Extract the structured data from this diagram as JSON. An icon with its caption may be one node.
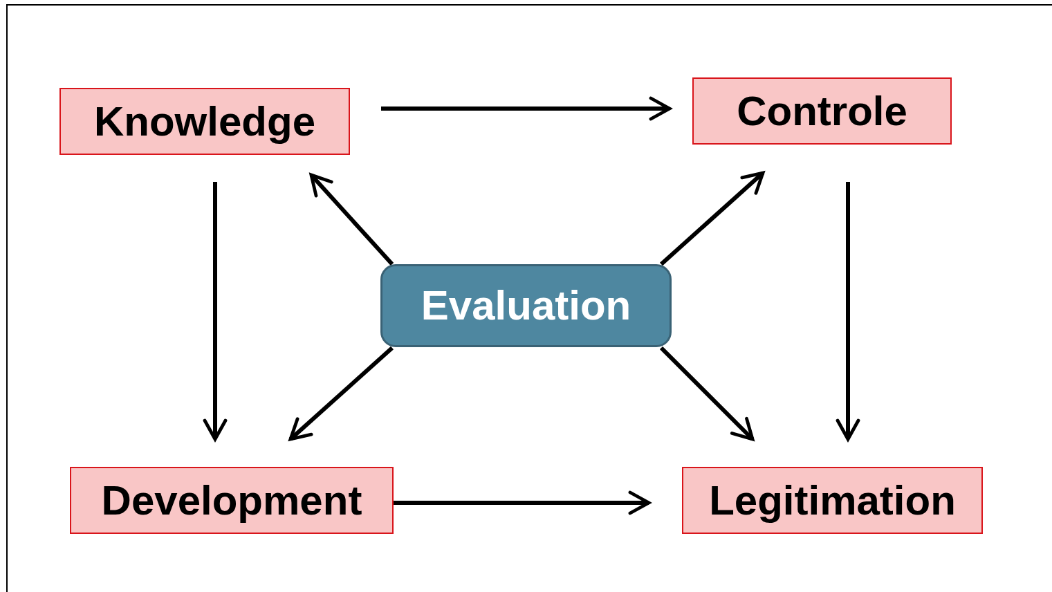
{
  "diagram": {
    "nodes": [
      {
        "text": [
          "Knowledge"
        ]
      },
      {
        "text": [
          "Controle"
        ]
      },
      {
        "text": [
          "Evaluation"
        ]
      },
      {
        "text": [
          "Development"
        ]
      },
      {
        "text": [
          "Legitimation"
        ]
      }
    ],
    "edges": [
      {
        "from": 0,
        "to": 1,
        "arrow": "to"
      },
      {
        "from": 0,
        "to": 3,
        "arrow": "to"
      },
      {
        "from": 2,
        "to": 0,
        "arrow": "to"
      },
      {
        "from": 2,
        "to": 1,
        "arrow": "to"
      },
      {
        "from": 2,
        "to": 3,
        "arrow": "to"
      },
      {
        "from": 2,
        "to": 4,
        "arrow": "to"
      },
      {
        "from": 1,
        "to": 4,
        "arrow": "to"
      },
      {
        "from": 3,
        "to": 4,
        "arrow": "to"
      }
    ]
  }
}
